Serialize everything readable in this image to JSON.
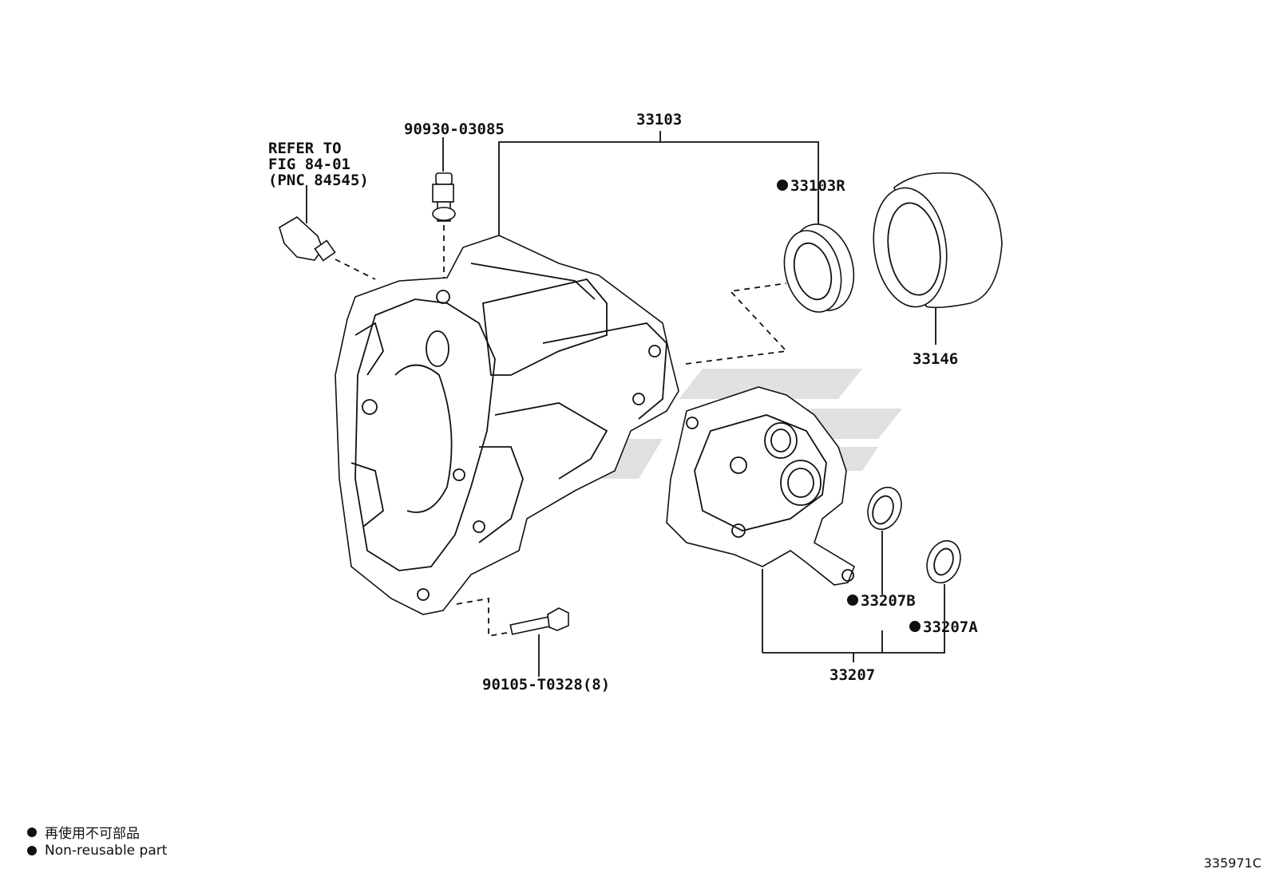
{
  "labels": {
    "refer_line1": "REFER TO",
    "refer_line2": "FIG 84-01",
    "refer_line3": "(PNC 84545)",
    "part_90930": "90930-03085",
    "part_33103": "33103",
    "part_33103R": "33103R",
    "part_33146": "33146",
    "part_33207B": "33207B",
    "part_33207A": "33207A",
    "part_33207": "33207",
    "part_90105": "90105-T0328(8)"
  },
  "legend": {
    "line_jp": "再使用不可部品",
    "line_en": "Non-reusable part"
  },
  "diagram_ref": "335971C",
  "colors": {
    "ink": "#111111",
    "watermark": "#d9d9d9"
  }
}
